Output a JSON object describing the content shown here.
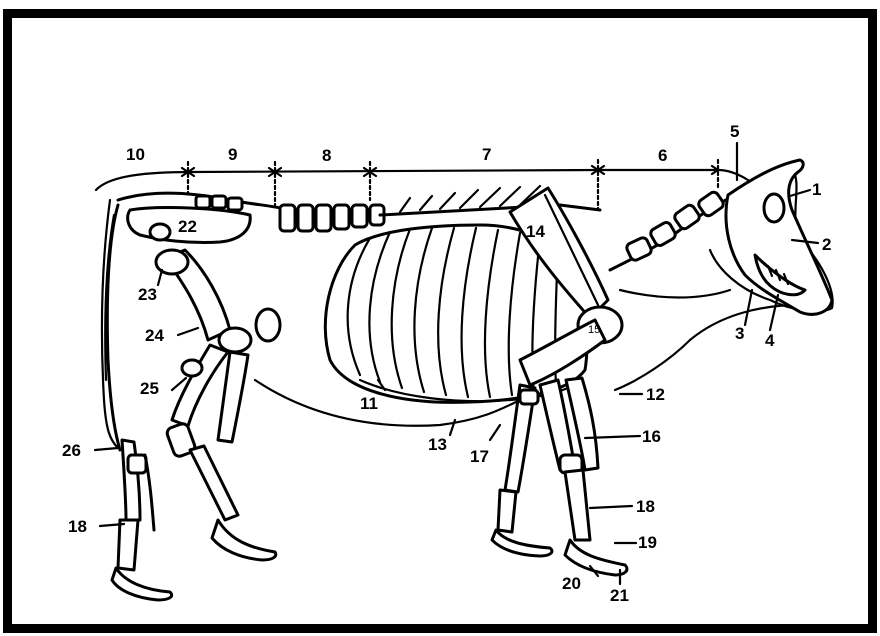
{
  "diagram": {
    "labels": [
      {
        "id": "1",
        "text": "1"
      },
      {
        "id": "2",
        "text": "2"
      },
      {
        "id": "3",
        "text": "3"
      },
      {
        "id": "4",
        "text": "4"
      },
      {
        "id": "5",
        "text": "5"
      },
      {
        "id": "6",
        "text": "6"
      },
      {
        "id": "7",
        "text": "7"
      },
      {
        "id": "8",
        "text": "8"
      },
      {
        "id": "9",
        "text": "9"
      },
      {
        "id": "10",
        "text": "10"
      },
      {
        "id": "11",
        "text": "11"
      },
      {
        "id": "12",
        "text": "12"
      },
      {
        "id": "13",
        "text": "13"
      },
      {
        "id": "14",
        "text": "14"
      },
      {
        "id": "15",
        "text": "15"
      },
      {
        "id": "16",
        "text": "16"
      },
      {
        "id": "17",
        "text": "17"
      },
      {
        "id": "18a",
        "text": "18"
      },
      {
        "id": "18b",
        "text": "18"
      },
      {
        "id": "19",
        "text": "19"
      },
      {
        "id": "20",
        "text": "20"
      },
      {
        "id": "21",
        "text": "21"
      },
      {
        "id": "22",
        "text": "22"
      },
      {
        "id": "23",
        "text": "23"
      },
      {
        "id": "24",
        "text": "24"
      },
      {
        "id": "25",
        "text": "25"
      },
      {
        "id": "26",
        "text": "26"
      }
    ]
  }
}
